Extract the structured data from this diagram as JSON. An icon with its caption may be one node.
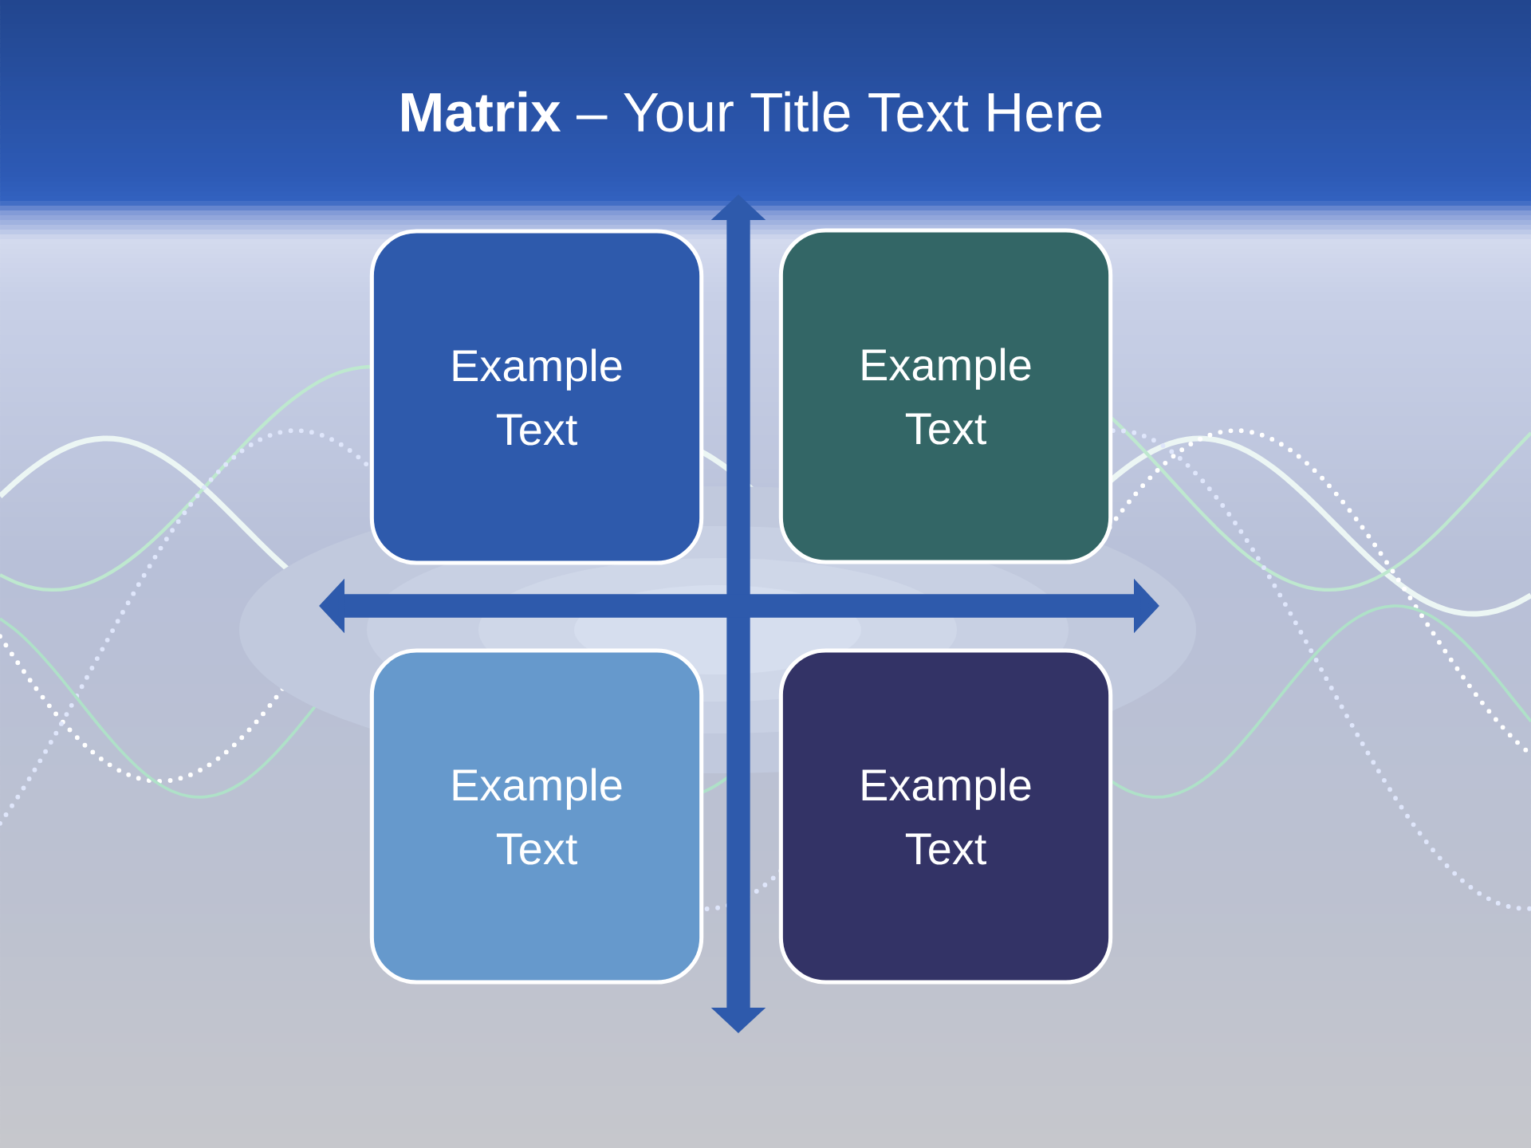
{
  "diagram": {
    "title": "**Matrix** – Your Title Text Here",
    "nodes": [
      {
        "text": [
          "Example Text"
        ]
      },
      {
        "text": [
          "Example Text"
        ]
      },
      {
        "text": [
          "Example Text"
        ]
      },
      {
        "text": [
          "Example Text"
        ]
      }
    ]
  }
}
